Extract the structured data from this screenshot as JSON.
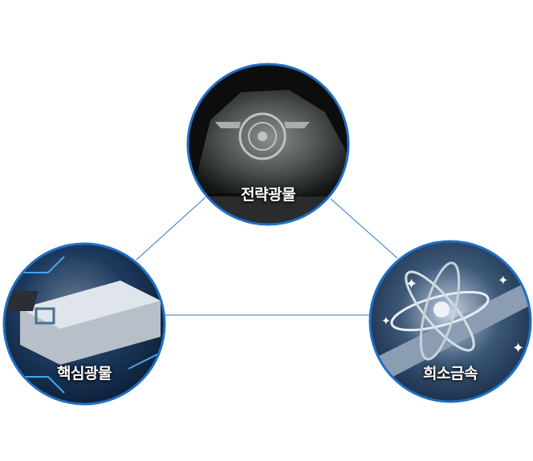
{
  "nodes": [
    {
      "id": "strategic",
      "label": "전략광물",
      "icon": "rock-emblem-image"
    },
    {
      "id": "core",
      "label": "핵심광물",
      "icon": "chip-circuit-image"
    },
    {
      "id": "rare",
      "label": "희소금속",
      "icon": "atom-sparkle-image"
    }
  ],
  "colors": {
    "border": "#1f6fc4",
    "line": "#2a78c8"
  }
}
